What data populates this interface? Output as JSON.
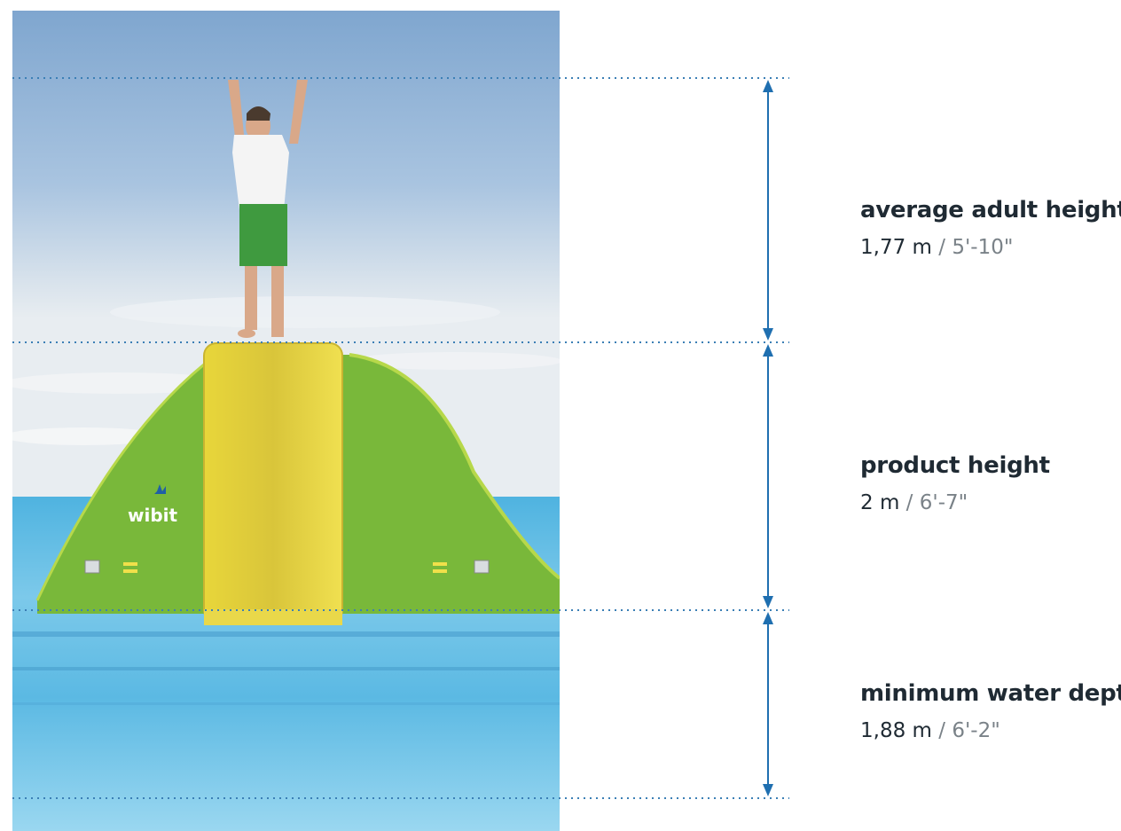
{
  "measurements": [
    {
      "title": "average adult height",
      "metric": "1,77 m",
      "separator": "/",
      "imperial": "5'-10\""
    },
    {
      "title": "product height",
      "metric": "2 m",
      "separator": "/",
      "imperial": "6'-7\""
    },
    {
      "title": "minimum water depth",
      "metric": "1,88 m",
      "separator": "/",
      "imperial": "6'-2\""
    }
  ],
  "scene": {
    "brand_logo_text": "wibit"
  },
  "colors": {
    "arrow": "#1f6fb0",
    "dotted_line": "#3b7fb5",
    "slide_green": "#7cbf3c",
    "slide_yellow": "#f2e24a",
    "sky": "#9fc2e0",
    "water": "#6cc3e8"
  }
}
